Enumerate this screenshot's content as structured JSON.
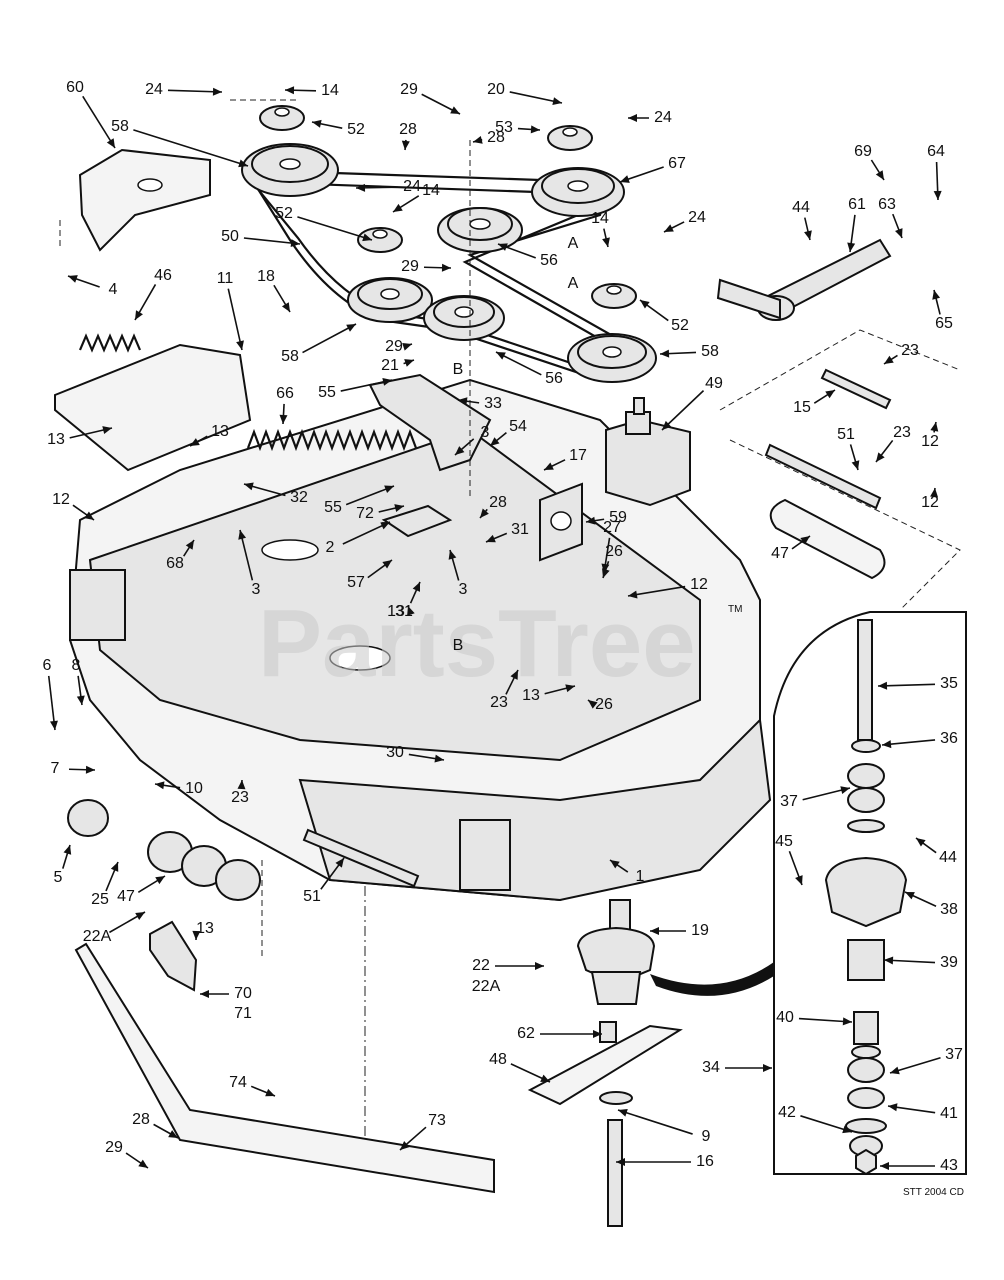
{
  "watermark": {
    "brand": "PartsTree",
    "mark": "TM"
  },
  "drawing_code": "STT 2004 CD",
  "callouts": [
    "1",
    "2",
    "3",
    "3",
    "3",
    "4",
    "5",
    "6",
    "7",
    "8",
    "9",
    "10",
    "11",
    "12",
    "12",
    "12",
    "12",
    "13",
    "13",
    "13",
    "13",
    "13",
    "14",
    "14",
    "14",
    "15",
    "16",
    "17",
    "18",
    "19",
    "20",
    "21",
    "22",
    "22A",
    "22A",
    "23",
    "23",
    "23",
    "23",
    "24",
    "24",
    "24",
    "24",
    "25",
    "26",
    "26",
    "27",
    "28",
    "28",
    "28",
    "28",
    "29",
    "29",
    "29",
    "29",
    "30",
    "31",
    "31",
    "32",
    "33",
    "34",
    "35",
    "36",
    "37",
    "37",
    "38",
    "39",
    "40",
    "41",
    "42",
    "43",
    "44",
    "44",
    "45",
    "46",
    "47",
    "47",
    "48",
    "49",
    "50",
    "51",
    "51",
    "52",
    "52",
    "52",
    "53",
    "54",
    "55",
    "55",
    "56",
    "56",
    "57",
    "58",
    "58",
    "58",
    "59",
    "60",
    "61",
    "62",
    "63",
    "64",
    "65",
    "66",
    "67",
    "68",
    "69",
    "70",
    "71",
    "72",
    "73",
    "74",
    "A",
    "A",
    "B",
    "B"
  ],
  "colors": {
    "line": "#111111",
    "fill": "#e6e6e6",
    "belt": "#111111",
    "watermark": "#c9c9c9"
  }
}
